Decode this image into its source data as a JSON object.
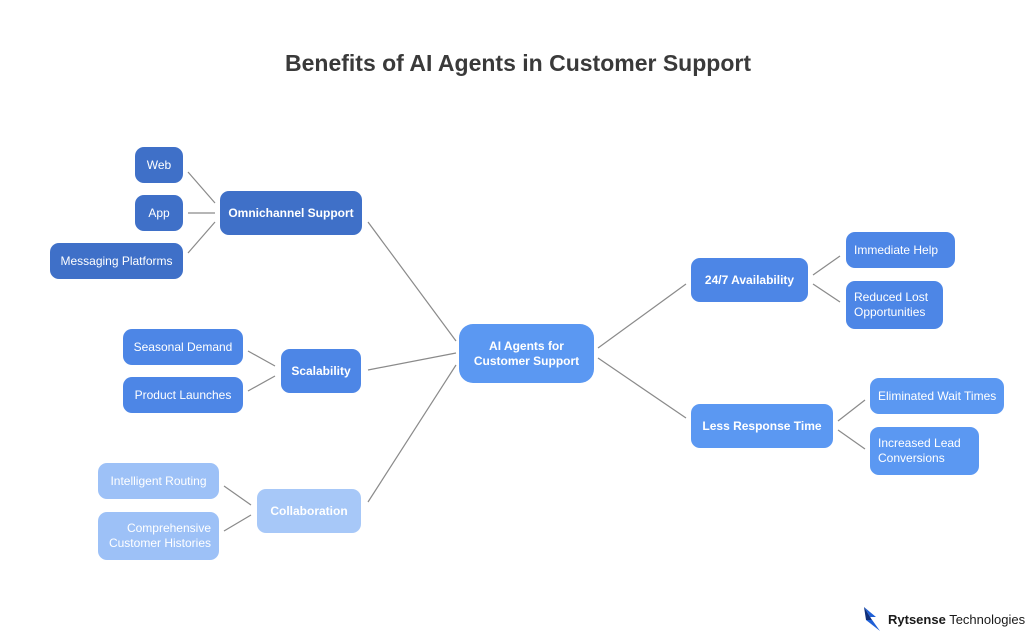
{
  "title": "Benefits of AI Agents in Customer Support",
  "center": "AI Agents for\nCustomer Support",
  "branches": {
    "omnichannel": {
      "label": "Omnichannel Support",
      "children": [
        "Web",
        "App",
        "Messaging Platforms"
      ]
    },
    "scalability": {
      "label": "Scalability",
      "children": [
        "Seasonal Demand",
        "Product Launches"
      ]
    },
    "collaboration": {
      "label": "Collaboration",
      "children": [
        "Intelligent Routing",
        "Comprehensive\nCustomer Histories"
      ]
    },
    "availability": {
      "label": "24/7 Availability",
      "children": [
        "Immediate Help",
        "Reduced Lost\nOpportunities"
      ]
    },
    "response": {
      "label": "Less Response Time",
      "children": [
        "Eliminated Wait Times",
        "Increased Lead\nConversions"
      ]
    }
  },
  "brand": {
    "name_bold": "Rytsense",
    "name_light": " Technologies"
  },
  "colors": {
    "dark_blue": "#3f70c8",
    "mid_blue": "#4d86e6",
    "bright_blue": "#5b98f2",
    "light_blue": "#9dc1f7",
    "connector": "#8a8a8a",
    "title": "#3a3a3a"
  }
}
